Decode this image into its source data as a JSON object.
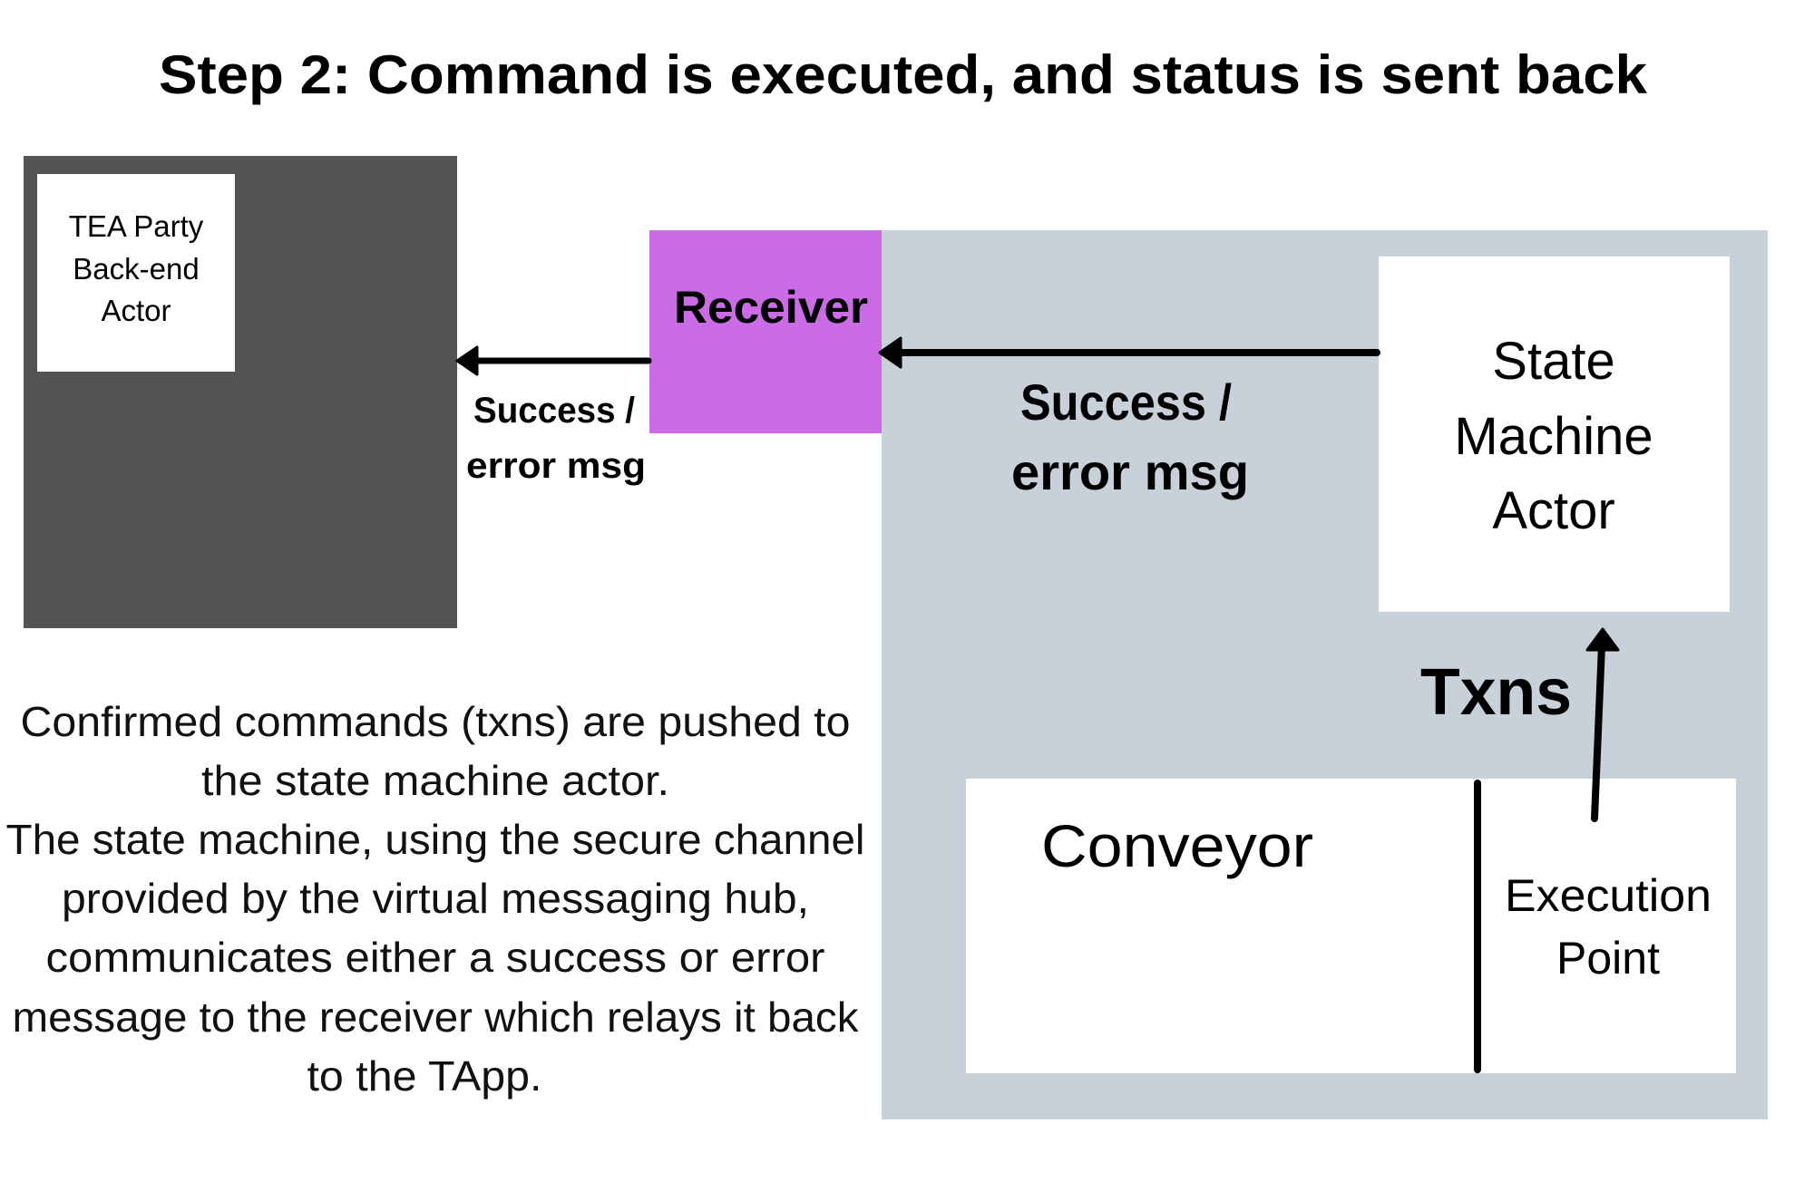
{
  "title": "Step 2: Command is executed, and status is sent back",
  "colors": {
    "backend_panel": "#545454",
    "receiver": "#CB6CE6",
    "hub_panel": "#C8D0DA",
    "box": "#FFFFFF",
    "arrow": "#000000"
  },
  "backend": {
    "label_lines": [
      "TEA Party",
      "Back-end",
      "Actor"
    ]
  },
  "receiver": {
    "label": "Receiver"
  },
  "arrow_backend": {
    "label_lines": [
      "Success /",
      "error msg"
    ]
  },
  "arrow_receiver": {
    "label_lines": [
      "Success /",
      "error msg"
    ]
  },
  "state_machine": {
    "label_lines": [
      "State",
      "Machine",
      "Actor"
    ]
  },
  "txns_arrow": {
    "label": "Txns"
  },
  "conveyor": {
    "label": "Conveyor"
  },
  "execution_point": {
    "label_lines": [
      "Execution",
      "Point"
    ]
  },
  "description": {
    "lines": [
      "Confirmed commands (txns) are pushed to",
      "the state machine actor.",
      "The state machine, using the secure channel",
      "provided by the virtual messaging hub,",
      "communicates either a  success or error",
      "message to the receiver which relays it back",
      "to the TApp."
    ]
  }
}
